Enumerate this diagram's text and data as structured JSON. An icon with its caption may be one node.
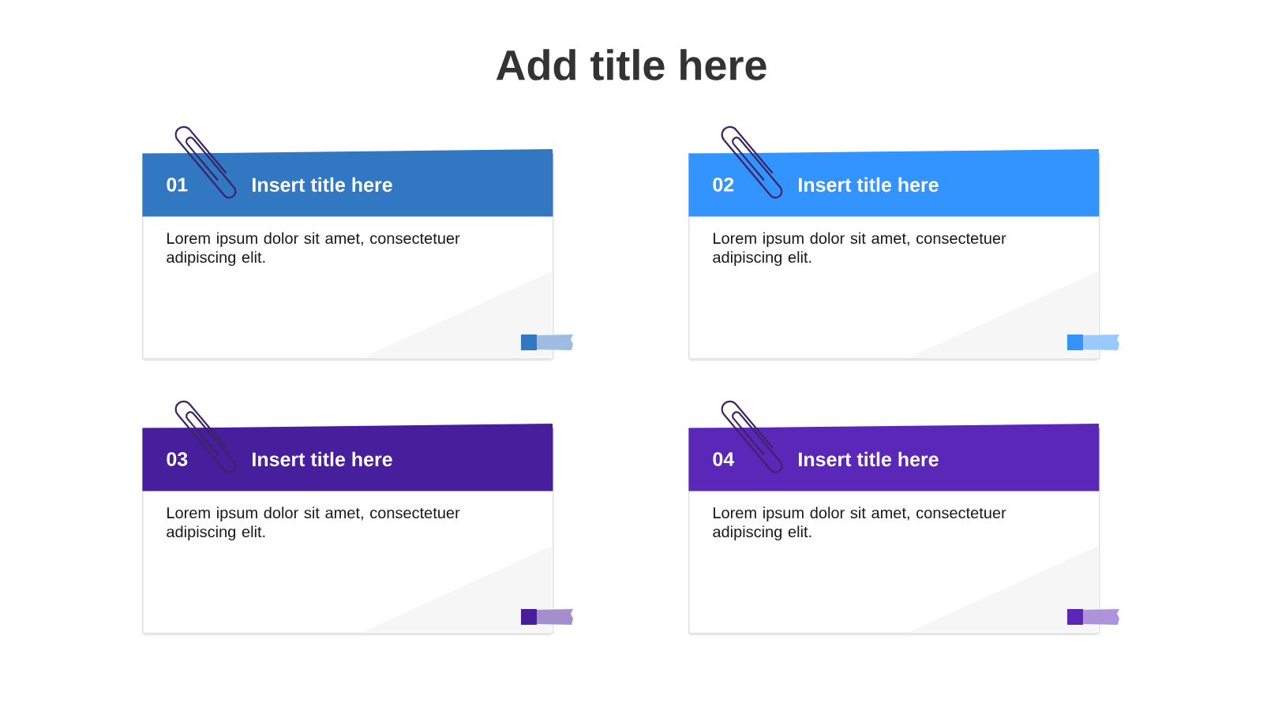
{
  "diagram": {
    "title": "Add title here",
    "nodes": [
      {
        "text": [
          "Lorem ipsum dolor sit amet, consectetuer adipiscing elit."
        ]
      },
      {
        "text": [
          "01",
          "Insert title here"
        ],
        "in": 0
      },
      {
        "text": [
          "Lorem ipsum dolor sit amet, consectetuer adipiscing elit."
        ]
      },
      {
        "text": [
          "02",
          "Insert title here"
        ],
        "in": 2
      },
      {
        "text": [
          "Lorem ipsum dolor sit amet, consectetuer adipiscing elit."
        ]
      },
      {
        "text": [
          "03",
          "Insert title here"
        ],
        "in": 4
      },
      {
        "text": [
          "Lorem ipsum dolor sit amet, consectetuer adipiscing elit."
        ]
      },
      {
        "text": [
          "04",
          "Insert title here"
        ],
        "in": 6
      }
    ]
  }
}
